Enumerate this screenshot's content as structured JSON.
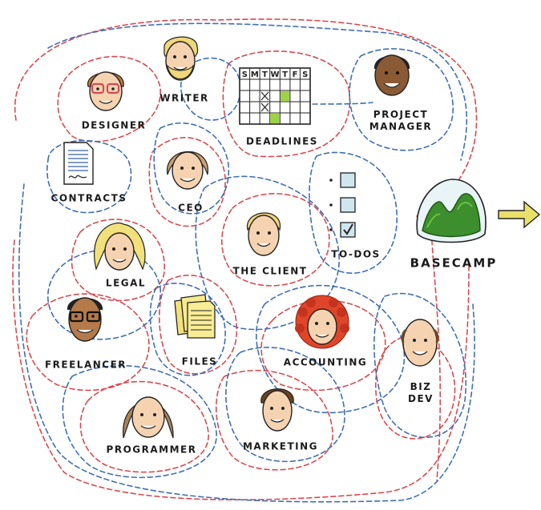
{
  "nodes": {
    "writer": "WRITER",
    "designer": "DESIGNER",
    "deadlines": "DEADLINES",
    "project_manager_line1": "PROJECT",
    "project_manager_line2": "MANAGER",
    "contracts": "CONTRACTS",
    "ceo": "CEO",
    "todos": "TO-DOS",
    "basecamp": "BASECAMP",
    "legal": "LEGAL",
    "the_client": "THE CLIENT",
    "freelancer": "FREELANCER",
    "files": "FILES",
    "accounting": "ACCOUNTING",
    "biz_dev_line1": "BIZ",
    "biz_dev_line2": "DEV",
    "programmer": "PROGRAMMER",
    "marketing": "MARKETING"
  },
  "calendar_headers": [
    "S",
    "M",
    "T",
    "W",
    "T",
    "F",
    "S"
  ],
  "colors": {
    "red_dash": "#d94a4f",
    "blue_dash": "#3f6fb5",
    "skin": "#f6d3b0",
    "hill_green": "#3c8f2c",
    "arrow_yellow": "#e9e06a",
    "calendar_green": "#9fd24a"
  },
  "icons": [
    "calendar-icon",
    "contract-icon",
    "todo-checklist-icon",
    "basecamp-logo-icon",
    "files-icon",
    "arrow-right-icon"
  ]
}
